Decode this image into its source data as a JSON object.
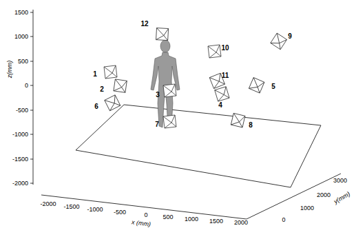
{
  "diagram": {
    "labels": [
      "1500",
      "1000",
      "500",
      "0",
      "-500",
      "-1000",
      "-1500",
      "-2000",
      "z(mm)",
      "-2000",
      "-1500",
      "-1000",
      "-500",
      "0",
      "500",
      "1000",
      "1500",
      "2000",
      "x (mm)",
      "0",
      "1000",
      "2000",
      "3000",
      "y(mm)",
      "1",
      "2",
      "3",
      "4",
      "5",
      "6",
      "7",
      "8",
      "9",
      "10",
      "11",
      "12"
    ]
  }
}
